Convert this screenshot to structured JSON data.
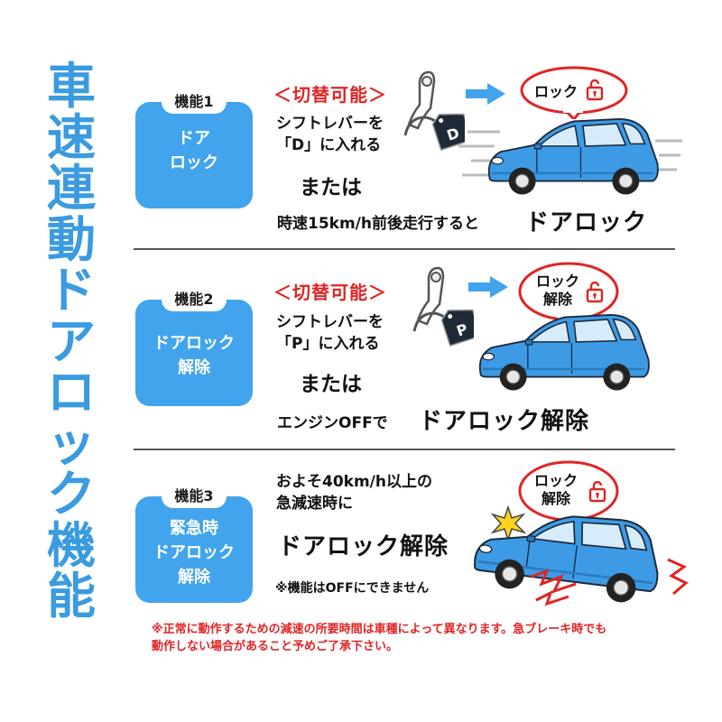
{
  "title": "車速連動ドアロック機能",
  "sections": [
    {
      "tab": "機能1",
      "name": "ドア\nロック",
      "switch_note": "＜切替可能＞",
      "body": "シフトレバーを\n「D」に入れる",
      "or": "または",
      "condition": "時速15km/h前後走行すると",
      "result": "ドアロック",
      "bubble": "ロック",
      "shift_letter": "D"
    },
    {
      "tab": "機能2",
      "name": "ドアロック\n解除",
      "switch_note": "＜切替可能＞",
      "body": "シフトレバーを\n「P」に入れる",
      "or": "または",
      "condition": "エンジンOFFで",
      "result": "ドアロック解除",
      "bubble": "ロック\n解除",
      "shift_letter": "P"
    },
    {
      "tab": "機能3",
      "name": "緊急時\nドアロック\n解除",
      "body": "およそ40km/h以上の\n急減速時に",
      "result": "ドアロック解除",
      "note": "※機能はOFFにできません",
      "bubble": "ロック\n解除"
    }
  ],
  "footer": "※正常に動作するための減速の所要時間は車種によって異なります。急ブレーキ時でも\n動作しない場合があること予めご了承下さい。",
  "colors": {
    "accent_blue": "#41a4ec",
    "title_blue": "#3a9be0",
    "red": "#e02424",
    "car_blue": "#3d9be6"
  }
}
